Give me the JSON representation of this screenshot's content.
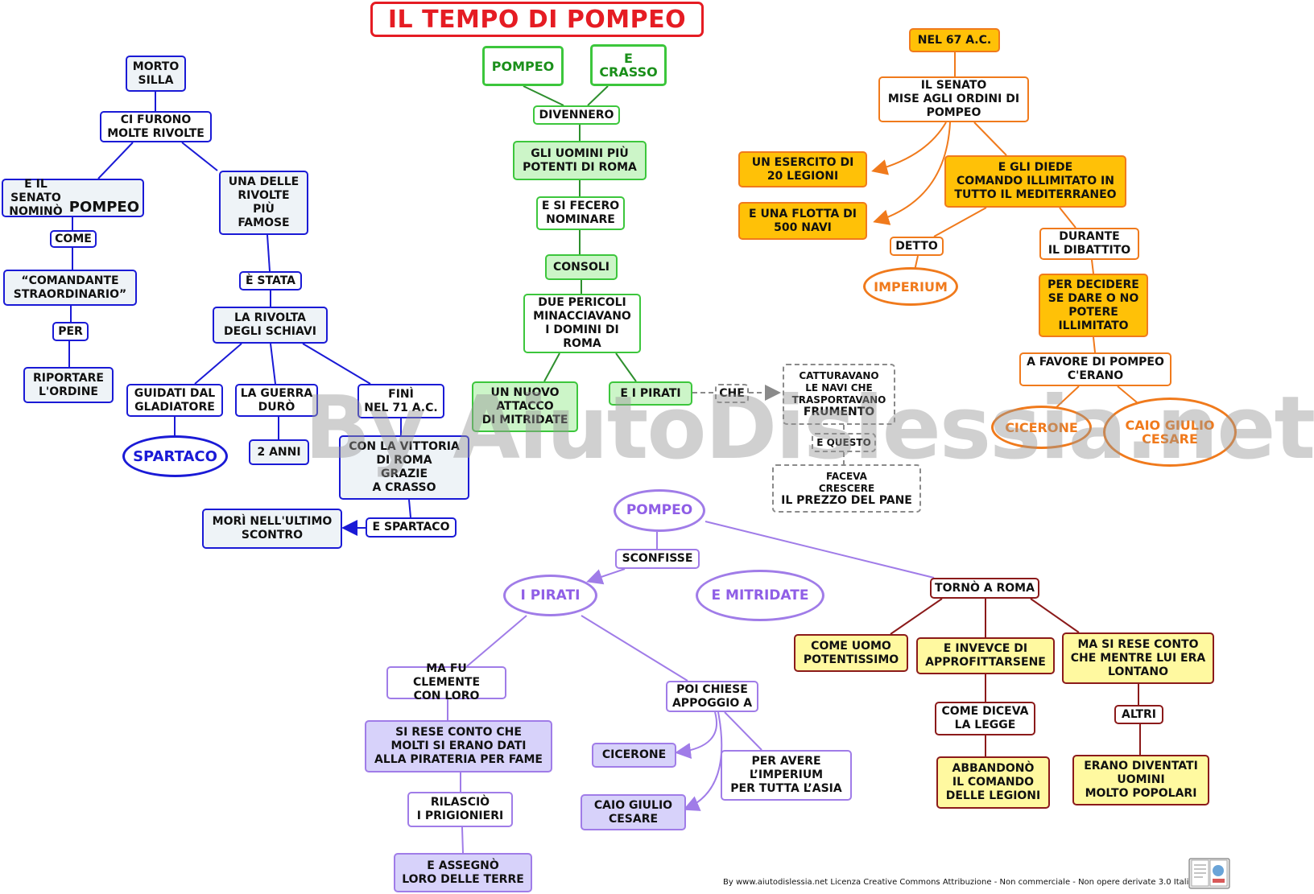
{
  "title": "IL TEMPO DI POMPEO",
  "watermark": "By AiutoDislessia.net",
  "footer": "By www.aiutodislessia.net Licenza Creative Commons Attribuzione - Non commerciale - Non opere derivate 3.0 Italia",
  "colors": {
    "title_red": "#e51c23",
    "blue": "#1a1ad6",
    "green": "#3cc63c",
    "orange": "#f07a1c",
    "gold": "#ffc107",
    "purple": "#a07ce8",
    "maroon": "#8b1a1a",
    "yellow": "#fff9a0",
    "gray": "#8a8a8a"
  },
  "nodes": {
    "morto_silla": "MORTO\nSILLA",
    "ci_furono": "CI FURONO\nMOLTE RIVOLTE",
    "senato_nomino": "E IL SENATO\nNOMINÒ",
    "senato_nomino_pompeo": "POMPEO",
    "come": "COME",
    "comandante": "“COMANDANTE\nSTRAORDINARIO”",
    "per": "PER",
    "riportare": "RIPORTARE\nL'ORDINE",
    "una_delle": "UNA DELLE\nRIVOLTE\nPIÙ\nFAMOSE",
    "e_stata": "È STATA",
    "rivolta_schiavi": "LA RIVOLTA\nDEGLI SCHIAVI",
    "guidati": "GUIDATI DAL\nGLADIATORE",
    "spartaco": "SPARTACO",
    "guerra_duro": "LA GUERRA\nDURÒ",
    "due_anni": "2 ANNI",
    "fini": "FINÌ\nNEL 71 A.C.",
    "vittoria": "CON LA VITTORIA\nDI ROMA\nGRAZIE\nA CRASSO",
    "e_spartaco": "E SPARTACO",
    "mori": "MORÌ NELL'ULTIMO\nSCONTRO",
    "pompeo_green": "POMPEO",
    "e_crasso": "E\nCRASSO",
    "divennero": "DIVENNERO",
    "uomini_potenti": "GLI UOMINI PIÙ\nPOTENTI DI ROMA",
    "si_fecero": "E SI FECERO\nNOMINARE",
    "consoli": "CONSOLI",
    "due_pericoli": "DUE PERICOLI\nMINACCIAVANO\nI DOMINI DI\nROMA",
    "attacco": "UN NUOVO\nATTACCO\nDI MITRIDATE",
    "e_i_pirati": "E I PIRATI",
    "che": "CHE",
    "catturavano": "CATTURAVANO\nLE NAVI CHE\nTRASPORTAVANO",
    "catturavano_strong": "FRUMENTO",
    "e_questo": "E QUESTO",
    "faceva": "FACEVA\nCRESCERE",
    "faceva_strong": "IL PREZZO DEL PANE",
    "nel67": "NEL 67 A.C.",
    "senato_mise": "IL SENATO\nMISE AGLI ORDINI DI\nPOMPEO",
    "esercito": "UN ESERCITO DI\n20 LEGIONI",
    "flotta": "E UNA FLOTTA DI\n500 NAVI",
    "diede": "E GLI DIEDE\nCOMANDO ILLIMITATO IN\nTUTTO IL MEDITERRANEO",
    "detto": "DETTO",
    "imperium": "IMPERIUM",
    "durante": "DURANTE\nIL DIBATTITO",
    "decidere": "PER DECIDERE\nSE DARE O NO\nPOTERE\nILLIMITATO",
    "a_favore": "A FAVORE DI POMPEO\nC'ERANO",
    "cicerone_orange": "CICERONE",
    "cesare_orange": "CAIO GIULIO\nCESARE",
    "pompeo_purple": "POMPEO",
    "sconfisse": "SCONFISSE",
    "i_pirati": "I PIRATI",
    "mitridate": "E MITRIDATE",
    "clemente": "MA FU CLEMENTE\nCON LORO",
    "rese_conto": "SI RESE CONTO CHE\nMOLTI SI ERANO DATI\nALLA PIRATERIA PER FAME",
    "rilascio": "RILASCIÒ\nI PRIGIONIERI",
    "assegno": "E ASSEGNÒ\nLORO DELLE TERRE",
    "chiese": "POI CHIESE\nAPPOGGIO A",
    "cicerone_purple": "CICERONE",
    "per_avere": "PER AVERE\nL’IMPERIUM\nPER TUTTA L’ASIA",
    "cesare_purple": "CAIO GIULIO\nCESARE",
    "torno": "TORNÒ A ROMA",
    "uomo_potente": "COME UOMO\nPOTENTISSIMO",
    "approfittarsene": "E INVEVCE DI\nAPPROFITTARSENE",
    "diceva_legge": "COME DICEVA\nLA LEGGE",
    "abbandono": "ABBANDONÒ\nIL COMANDO\nDELLE LEGIONI",
    "lontano": "MA SI RESE CONTO\nCHE MENTRE LUI ERA\nLONTANO",
    "altri": "ALTRI",
    "popolari": "ERANO DIVENTATI\nUOMINI\nMOLTO POPOLARI"
  }
}
